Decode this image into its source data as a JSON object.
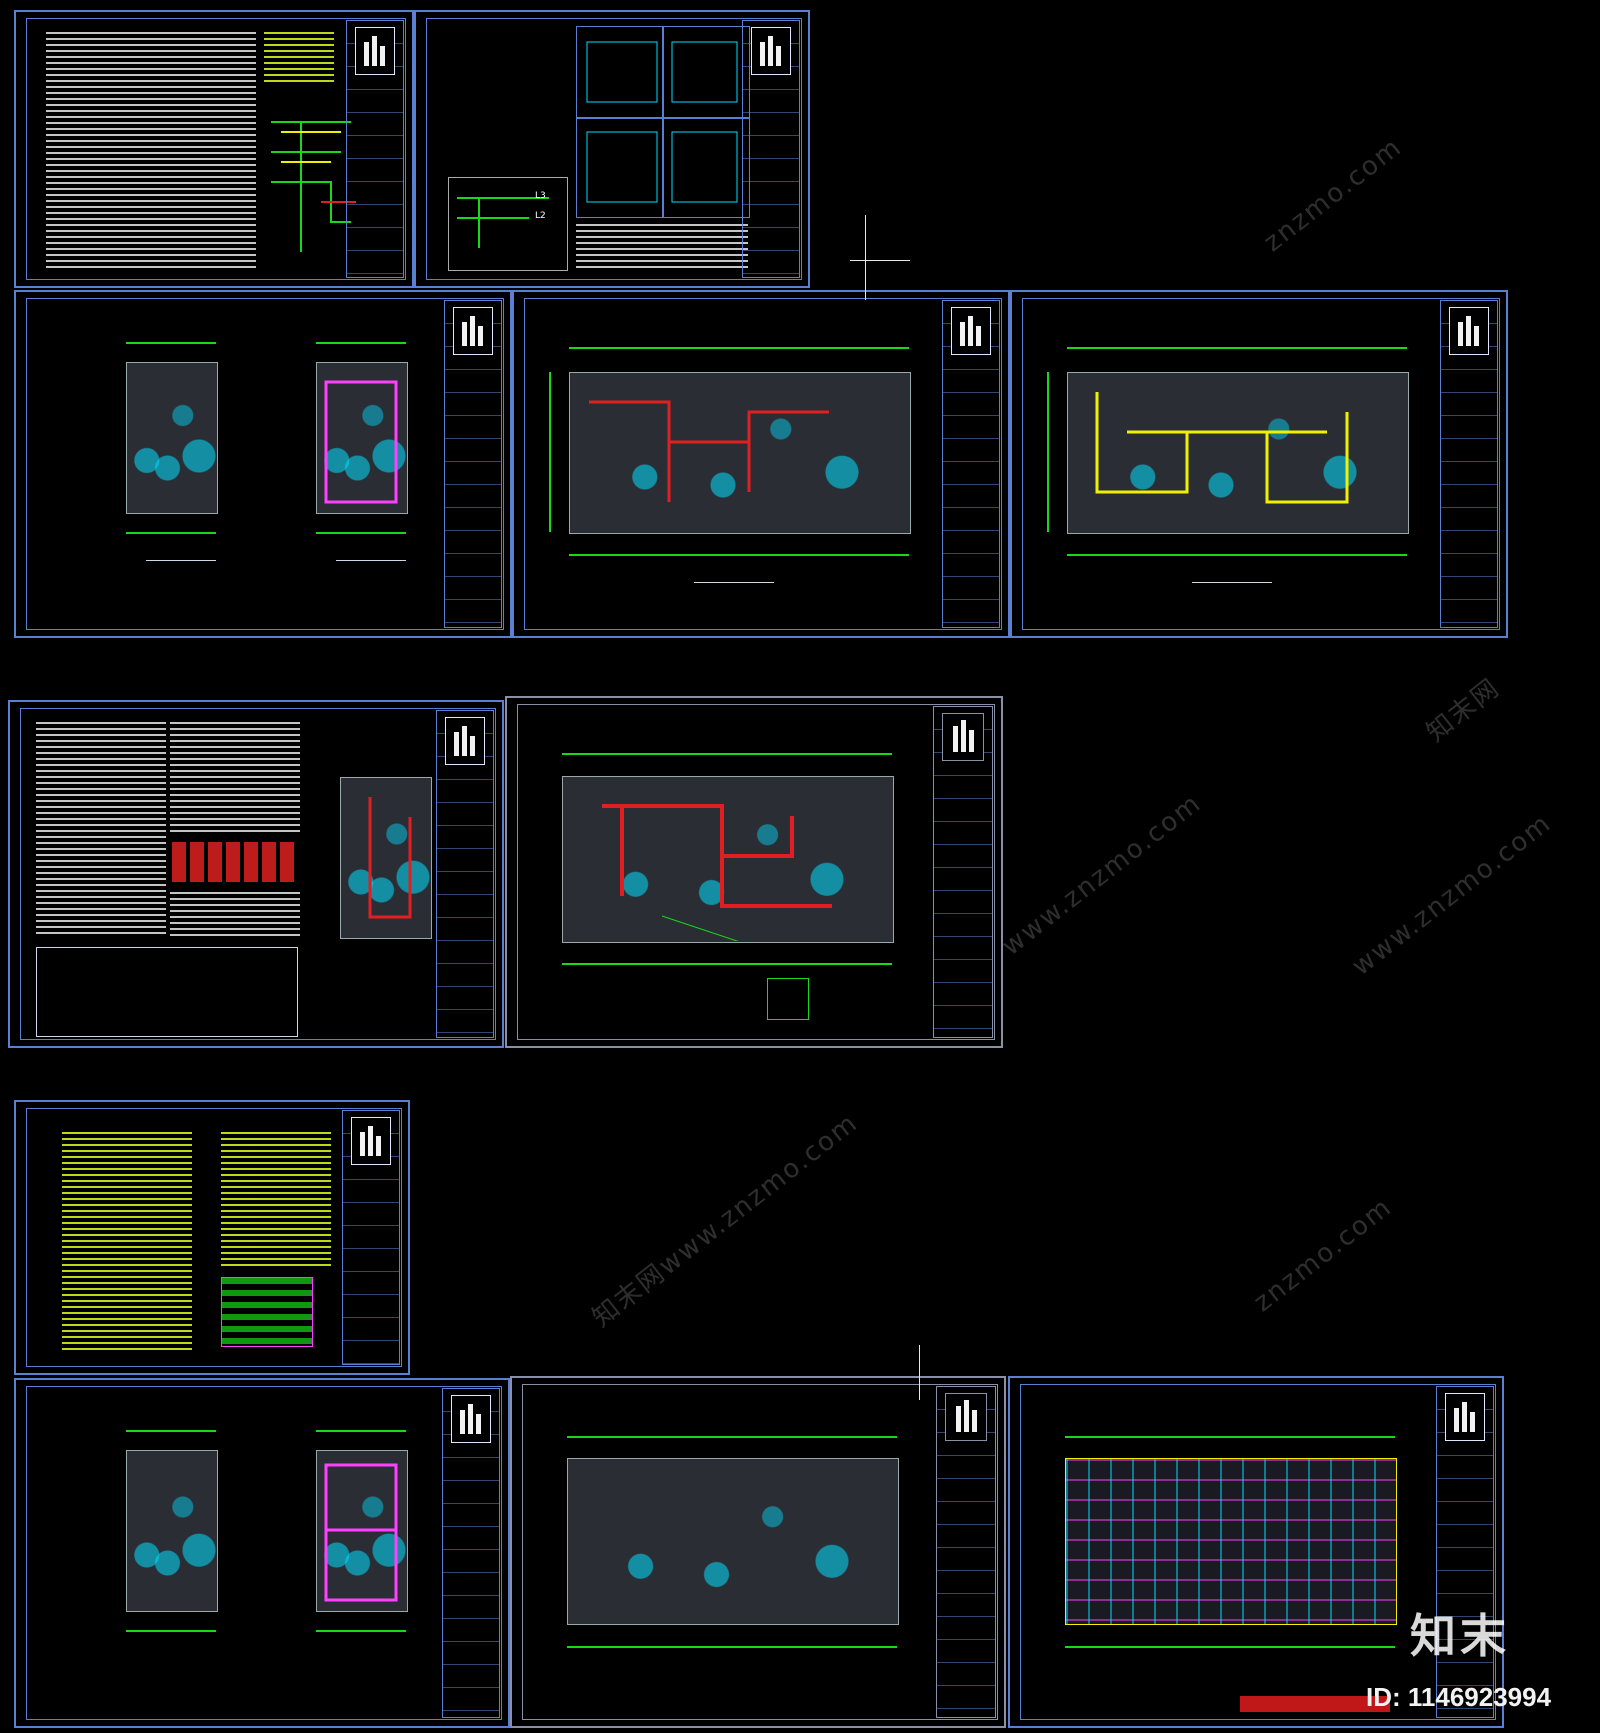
{
  "watermarks": [
    "znzmo.com",
    "www.znzmo.com",
    "知末网",
    "知末网www.znzmo.com"
  ],
  "brand_logo": "知末",
  "image_id": "ID: 1146923994",
  "system_diagram_legend": [
    "L3",
    "L2"
  ],
  "colors": {
    "background": "#000000",
    "sheet_border": "#5b7fd1",
    "dimension": "#18d818",
    "route_red": "#e02020",
    "route_yellow": "#f0f000",
    "route_magenta": "#ff40ff",
    "fixture_cyan": "#00dcff"
  }
}
